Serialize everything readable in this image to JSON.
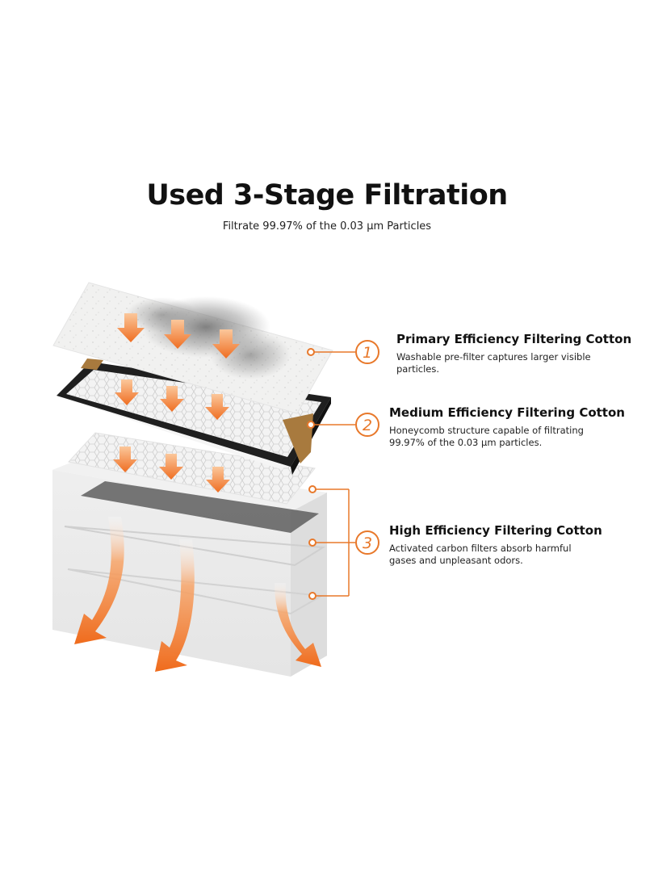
{
  "title": "Used 3-Stage Filtration",
  "subtitle": "Filtrate 99.97% of the 0.03 µm Particles",
  "accent_color": "#e8782a",
  "stages": [
    {
      "number": "1",
      "name": "Primary Efficiency Filtering Cotton",
      "description": "Washable pre-filter captures larger visible particles."
    },
    {
      "number": "2",
      "name": "Medium Efficiency Filtering Cotton",
      "description": "Honeycomb structure capable of filtrating 99.97% of the 0.03 µm particles."
    },
    {
      "number": "3",
      "name": "High Efficiency Filtering Cotton",
      "description": "Activated carbon filters absorb harmful gases and unpleasant odors."
    }
  ]
}
